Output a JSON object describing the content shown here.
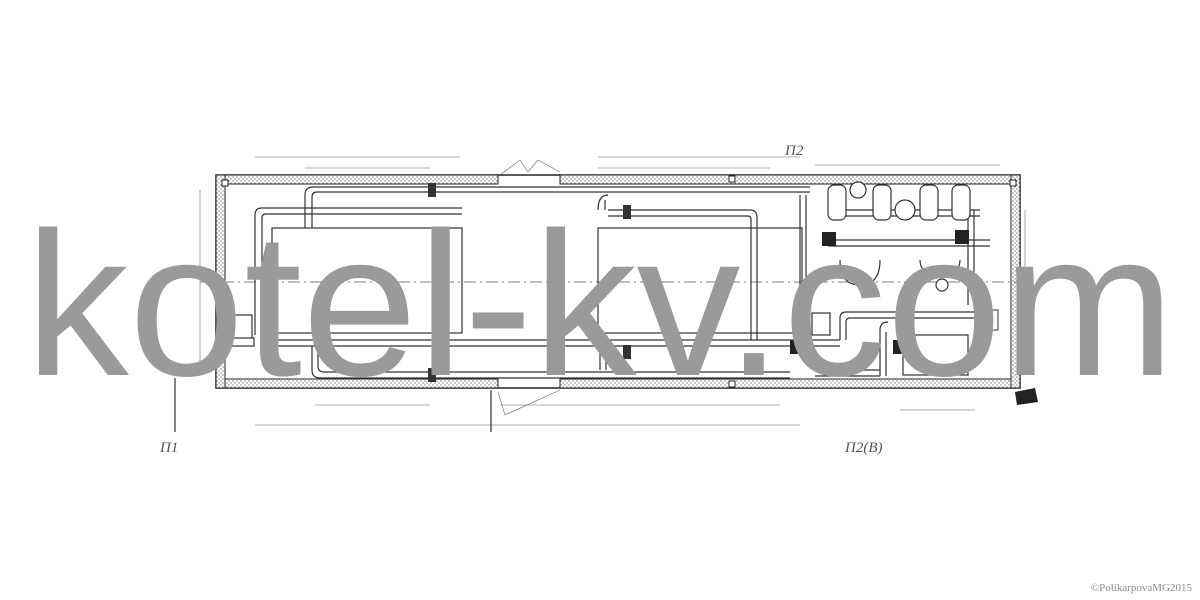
{
  "drawing": {
    "section_labels": {
      "p1": "П1",
      "p2": "П2",
      "p2b": "П2(В)"
    }
  },
  "watermark": "kotel-kv.com",
  "copyright": "©PolikarpovaMG2015",
  "colors": {
    "watermark": "#9a9a9a",
    "lines": "#333333"
  }
}
